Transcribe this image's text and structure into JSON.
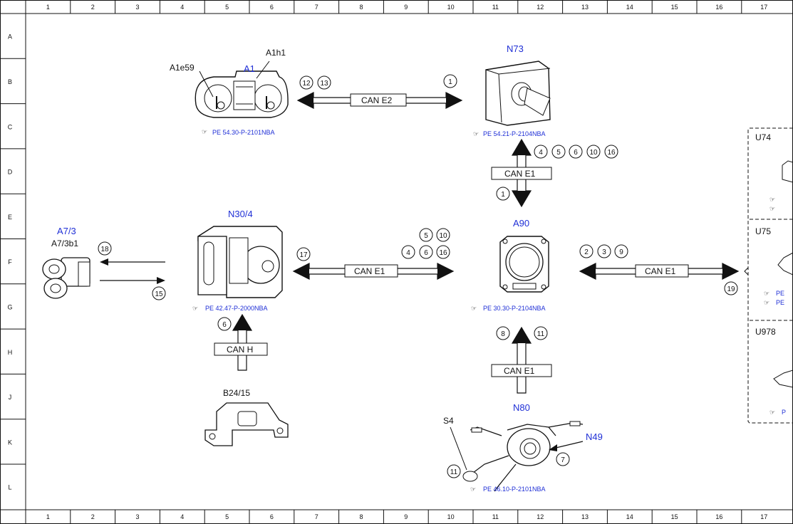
{
  "grid": {
    "columns": [
      "1",
      "2",
      "3",
      "4",
      "5",
      "6",
      "7",
      "8",
      "9",
      "10",
      "11",
      "12",
      "13",
      "14",
      "15",
      "16",
      "17"
    ],
    "rows": [
      "A",
      "B",
      "C",
      "D",
      "E",
      "F",
      "G",
      "H",
      "J",
      "K",
      "L"
    ]
  },
  "components": {
    "a1": {
      "label": "A1",
      "sub_a1e59": "A1e59",
      "sub_a1h1": "A1h1",
      "ref": "PE 54.30-P-2101NBA"
    },
    "n73": {
      "label": "N73",
      "ref": "PE 54.21-P-2104NBA"
    },
    "n30_4": {
      "label": "N30/4",
      "ref": "PE 42.47-P-2000NBA"
    },
    "a7_3": {
      "label": "A7/3",
      "sub": "A7/3b1"
    },
    "a90": {
      "label": "A90",
      "ref": "PE 30.30-P-2104NBA"
    },
    "b24_15": {
      "label": "B24/15"
    },
    "n80": {
      "label": "N80",
      "ref": "PE 46.10-P-2101NBA"
    },
    "s4": {
      "label": "S4"
    },
    "n49": {
      "label": "N49"
    },
    "u74": {
      "label": "U74"
    },
    "u75": {
      "label": "U75",
      "ref1": "PE",
      "ref2": "PE"
    },
    "u978": {
      "label": "U978",
      "ref": "P"
    }
  },
  "buses": {
    "can_e2": "CAN E2",
    "can_e1_vert_top": "CAN E1",
    "can_e1_left": "CAN E1",
    "can_e1_right": "CAN E1",
    "can_e1_bottom": "CAN E1",
    "can_h": "CAN H"
  },
  "signals": {
    "a1_left": [
      "12",
      "13"
    ],
    "a1_right": [
      "1"
    ],
    "n73_down_up": [
      "4",
      "5",
      "6",
      "10",
      "16"
    ],
    "n73_down": [
      "1"
    ],
    "n30_left": [
      "17"
    ],
    "n30_right_top": [
      "5",
      "10"
    ],
    "n30_right_bot": [
      "4",
      "6",
      "16"
    ],
    "a7_top": [
      "18"
    ],
    "a7_bot": [
      "15"
    ],
    "a90_right": [
      "2",
      "3",
      "9"
    ],
    "u_right": [
      "19"
    ],
    "n30_canh": [
      "6"
    ],
    "a90_bottom": [
      "8",
      "11"
    ],
    "s4_num": [
      "11"
    ],
    "n49_num": [
      "7"
    ]
  },
  "colors": {
    "label_blue": "#1f2fd6",
    "line": "#111111"
  }
}
